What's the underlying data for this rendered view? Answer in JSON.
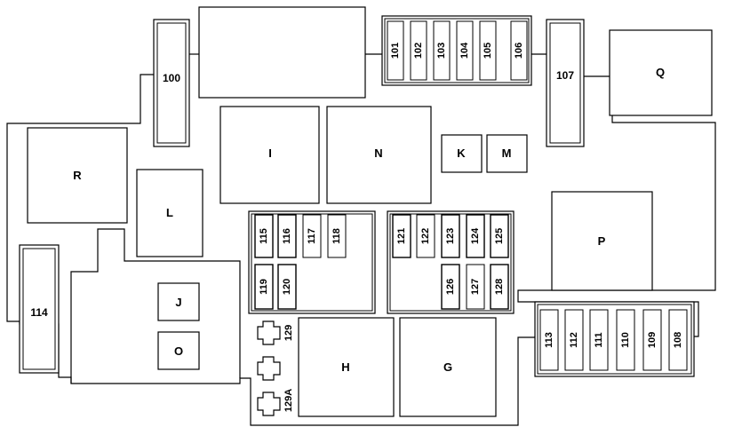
{
  "relays": {
    "I": "I",
    "N": "N",
    "K": "K",
    "M": "M",
    "Q": "Q",
    "R": "R",
    "L": "L",
    "P": "P",
    "J": "J",
    "O": "O",
    "H": "H",
    "G": "G"
  },
  "fuses": {
    "f100": "100",
    "f101": "101",
    "f102": "102",
    "f103": "103",
    "f104": "104",
    "f105": "105",
    "f106": "106",
    "f107": "107",
    "f108": "108",
    "f109": "109",
    "f110": "110",
    "f111": "111",
    "f112": "112",
    "f113": "113",
    "f114": "114",
    "f115": "115",
    "f116": "116",
    "f117": "117",
    "f118": "118",
    "f119": "119",
    "f120": "120",
    "f121": "121",
    "f122": "122",
    "f123": "123",
    "f124": "124",
    "f125": "125",
    "f126": "126",
    "f127": "127",
    "f128": "128",
    "f129": "129",
    "f129a": "129A"
  }
}
